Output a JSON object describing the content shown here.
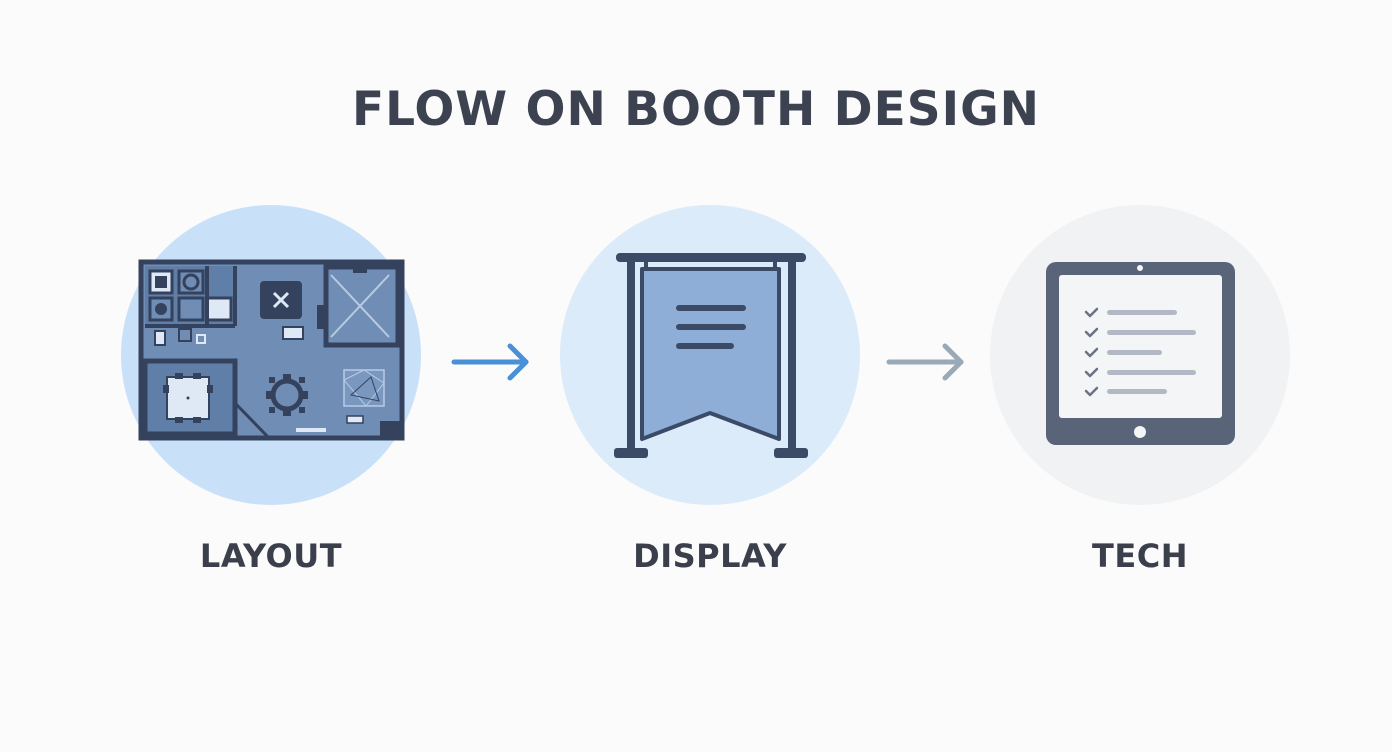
{
  "title": "FLOW ON BOOTH DESIGN",
  "steps": [
    {
      "label": "LAYOUT",
      "icon": "floor-plan-icon",
      "circle_color": "#c9e1f8"
    },
    {
      "label": "DISPLAY",
      "icon": "banner-stand-icon",
      "circle_color": "#dcebfa"
    },
    {
      "label": "TECH",
      "icon": "tablet-checklist-icon",
      "circle_color": "#f1f2f3"
    }
  ],
  "arrows": [
    {
      "icon": "arrow-right-icon",
      "color": "#4a90d6"
    },
    {
      "icon": "arrow-right-icon",
      "color": "#9aa9b7"
    }
  ],
  "colors": {
    "title": "#3d4250",
    "icon_dark": "#3b4a66",
    "icon_mid": "#6f8db5",
    "banner_fill": "#8eaed8"
  }
}
